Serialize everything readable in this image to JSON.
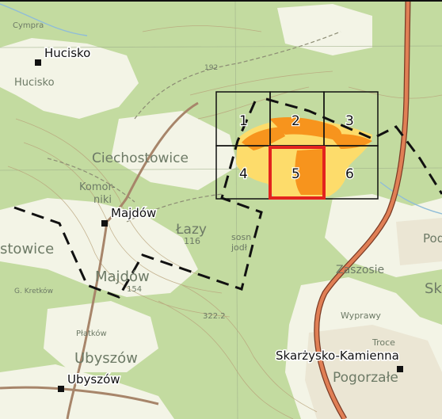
{
  "places": [
    {
      "name": "Hucisko"
    },
    {
      "name": "Majdów"
    },
    {
      "name": "Ubyszów"
    },
    {
      "name": "Skarżysko-Kamienna"
    }
  ],
  "grid": {
    "cells": [
      "1",
      "2",
      "3",
      "4",
      "5",
      "6"
    ],
    "highlighted_cell": "5"
  },
  "basemap_labels": [
    {
      "text": "Cympra"
    },
    {
      "text": "Hucisko"
    },
    {
      "text": "Ciechostowice"
    },
    {
      "text": "Komor-"
    },
    {
      "text": "niki"
    },
    {
      "text": "Łazy"
    },
    {
      "text": "116"
    },
    {
      "text": "sosn"
    },
    {
      "text": "jodł"
    },
    {
      "text": "stowice"
    },
    {
      "text": "Majdów"
    },
    {
      "text": "G. Kretków"
    },
    {
      "text": "154"
    },
    {
      "text": "322.2"
    },
    {
      "text": "Płatków"
    },
    {
      "text": "Zaszosie"
    },
    {
      "text": "Wyprawy"
    },
    {
      "text": "Troce"
    },
    {
      "text": "Pogorzałe"
    },
    {
      "text": "Ubyszów"
    },
    {
      "text": "Pod"
    },
    {
      "text": "Sk"
    },
    {
      "text": "192"
    }
  ],
  "colors": {
    "forest": "#c3dba0",
    "clearing": "#f3f4e6",
    "hazard_high": "#f7941d",
    "hazard_low": "#fddc6b",
    "highlight": "#e3231e",
    "road": "#e07f55",
    "river": "#8fbcd8",
    "boundary": "#111111"
  }
}
